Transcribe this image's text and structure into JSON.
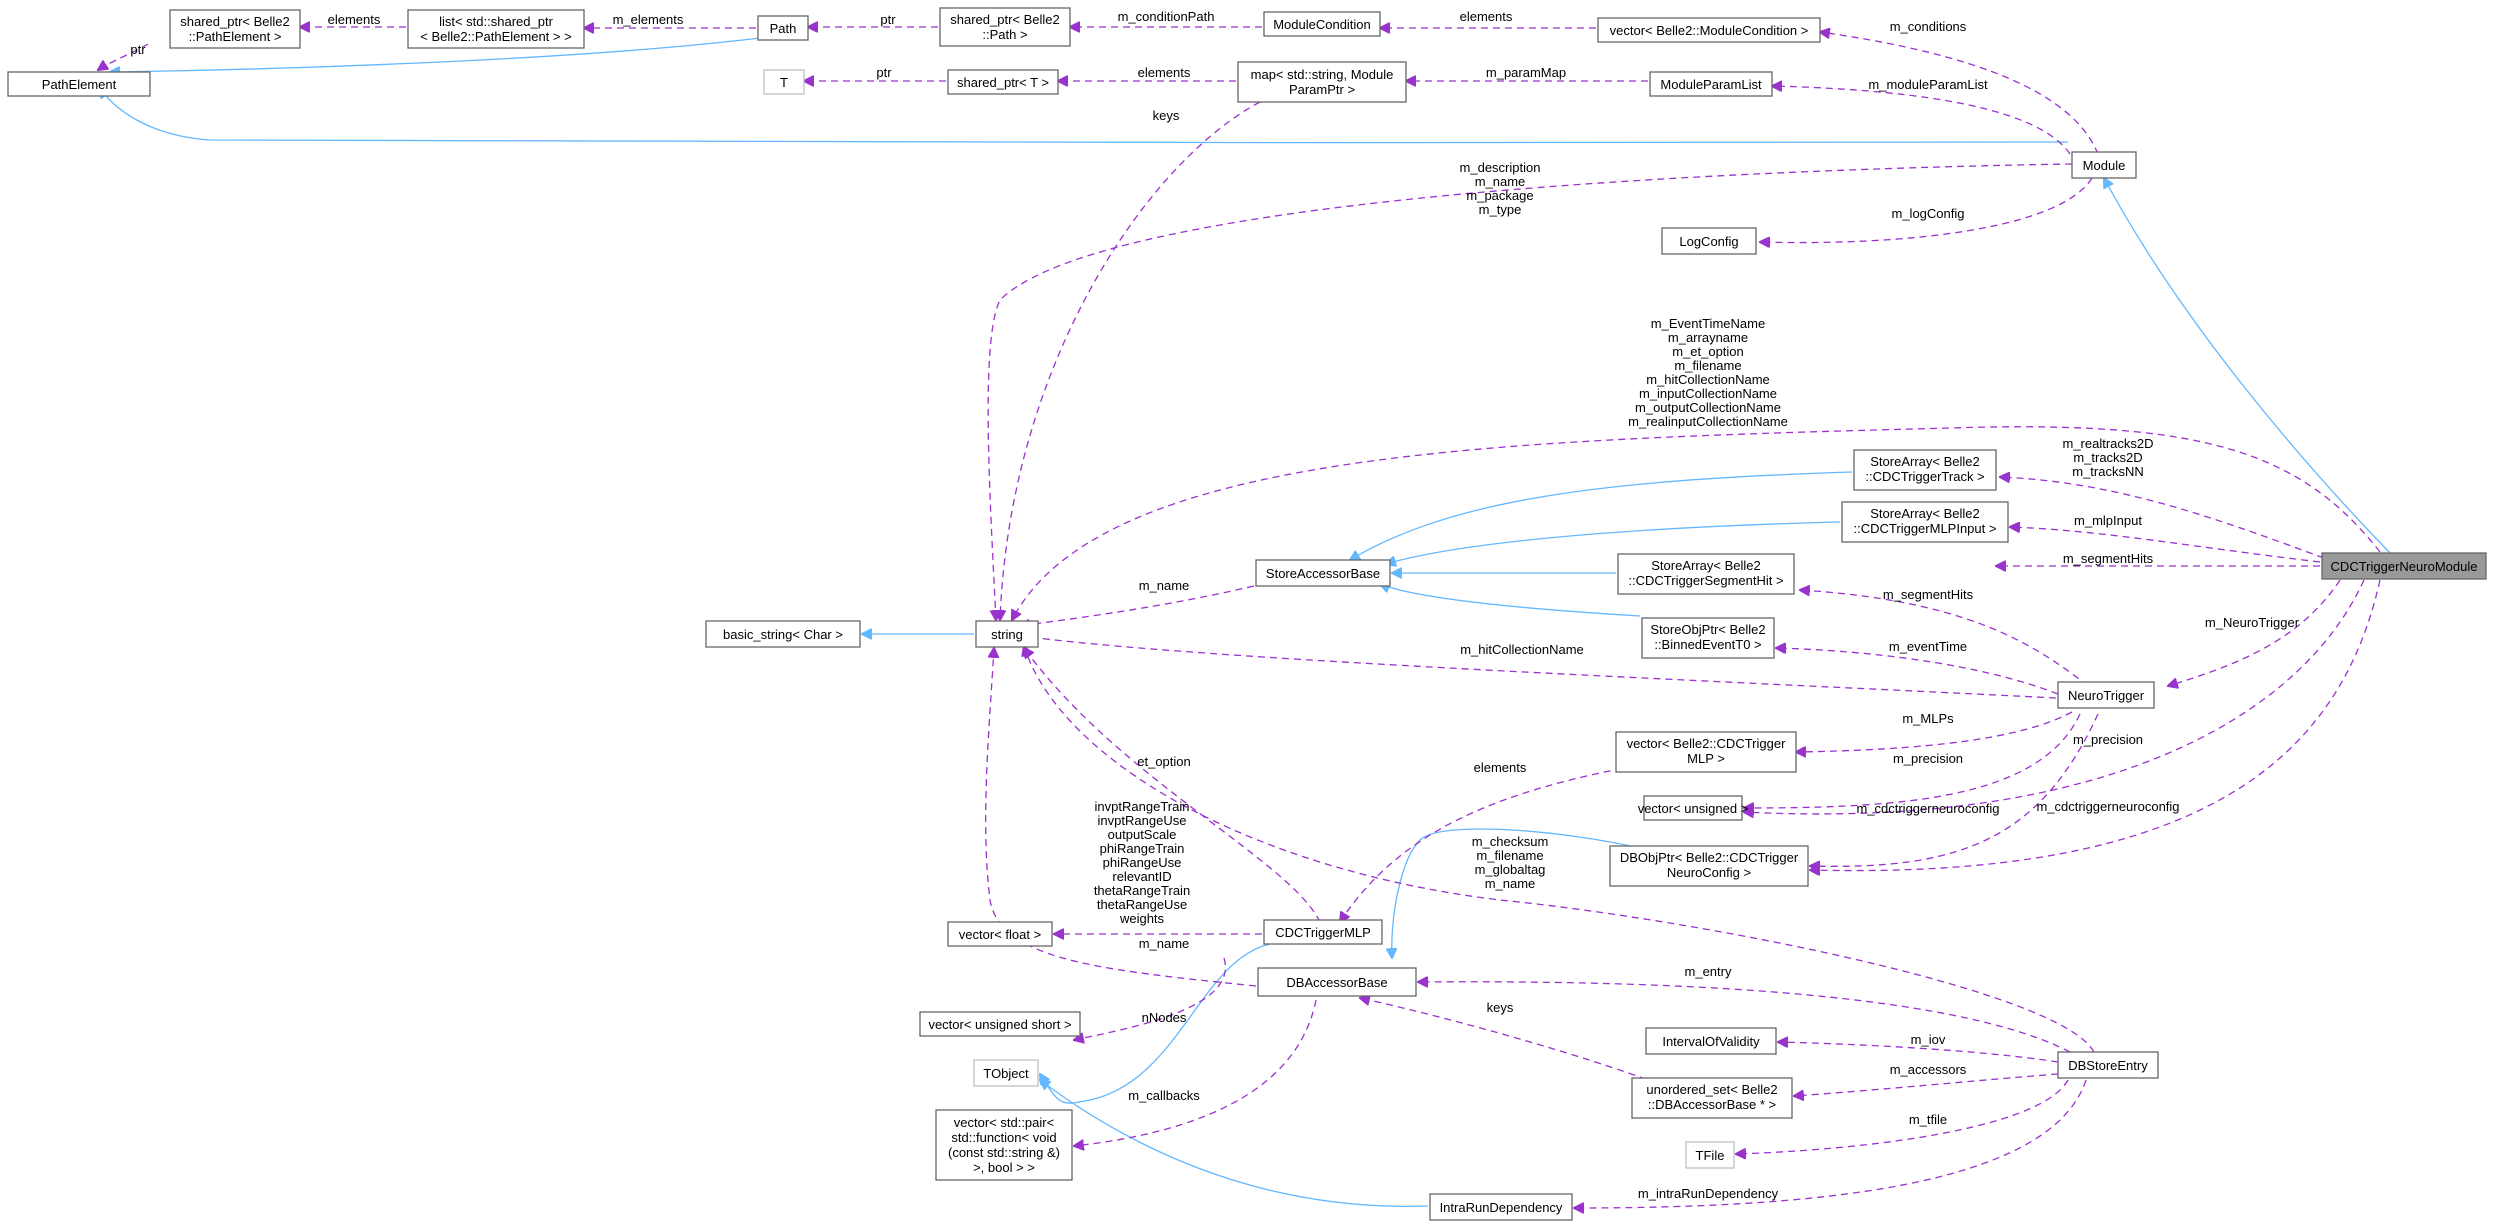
{
  "nodes": {
    "path_element": {
      "lines": [
        "PathElement"
      ]
    },
    "shared_ptr_path_element": {
      "lines": [
        "shared_ptr< Belle2",
        "::PathElement >"
      ]
    },
    "list_shared_ptr_path_element": {
      "lines": [
        "list< std::shared_ptr",
        "< Belle2::PathElement > >"
      ]
    },
    "path": {
      "lines": [
        "Path"
      ]
    },
    "shared_ptr_path": {
      "lines": [
        "shared_ptr< Belle2",
        "::Path >"
      ]
    },
    "module_condition": {
      "lines": [
        "ModuleCondition"
      ]
    },
    "vector_module_condition": {
      "lines": [
        "vector< Belle2::ModuleCondition >"
      ]
    },
    "t": {
      "lines": [
        "T"
      ]
    },
    "shared_ptr_t": {
      "lines": [
        "shared_ptr< T >"
      ]
    },
    "map_module_param": {
      "lines": [
        "map< std::string, Module",
        "ParamPtr >"
      ]
    },
    "module_param_list": {
      "lines": [
        "ModuleParamList"
      ]
    },
    "module": {
      "lines": [
        "Module"
      ]
    },
    "log_config": {
      "lines": [
        "LogConfig"
      ]
    },
    "store_array_track": {
      "lines": [
        "StoreArray< Belle2",
        "::CDCTriggerTrack >"
      ]
    },
    "store_array_mlp_input": {
      "lines": [
        "StoreArray< Belle2",
        "::CDCTriggerMLPInput >"
      ]
    },
    "store_accessor_base": {
      "lines": [
        "StoreAccessorBase"
      ]
    },
    "store_array_segment_hit": {
      "lines": [
        "StoreArray< Belle2",
        "::CDCTriggerSegmentHit >"
      ]
    },
    "cdc_trigger_neuro_module": {
      "lines": [
        "CDCTriggerNeuroModule"
      ]
    },
    "basic_string": {
      "lines": [
        "basic_string< Char >"
      ]
    },
    "string": {
      "lines": [
        "string"
      ]
    },
    "store_obj_ptr_event_t0": {
      "lines": [
        "StoreObjPtr< Belle2",
        "::BinnedEventT0 >"
      ]
    },
    "neuro_trigger": {
      "lines": [
        "NeuroTrigger"
      ]
    },
    "vector_cdc_trigger_mlp": {
      "lines": [
        "vector< Belle2::CDCTrigger",
        "MLP >"
      ]
    },
    "vector_unsigned": {
      "lines": [
        "vector< unsigned >"
      ]
    },
    "db_obj_ptr_neuro_config": {
      "lines": [
        "DBObjPtr< Belle2::CDCTrigger",
        "NeuroConfig >"
      ]
    },
    "vector_float": {
      "lines": [
        "vector< float >"
      ]
    },
    "cdc_trigger_mlp": {
      "lines": [
        "CDCTriggerMLP"
      ]
    },
    "db_accessor_base": {
      "lines": [
        "DBAccessorBase"
      ]
    },
    "vector_unsigned_short": {
      "lines": [
        "vector< unsigned short >"
      ]
    },
    "tobject": {
      "lines": [
        "TObject"
      ]
    },
    "vector_pair_callbacks": {
      "lines": [
        "vector< std::pair<",
        "std::function< void",
        "(const std::string &)",
        ">, bool > >"
      ]
    },
    "interval_of_validity": {
      "lines": [
        "IntervalOfValidity"
      ]
    },
    "db_store_entry": {
      "lines": [
        "DBStoreEntry"
      ]
    },
    "unordered_set_db_accessor": {
      "lines": [
        "unordered_set< Belle2",
        "::DBAccessorBase * >"
      ]
    },
    "tfile": {
      "lines": [
        "TFile"
      ]
    },
    "intra_run_dependency": {
      "lines": [
        "IntraRunDependency"
      ]
    }
  },
  "edge_labels": {
    "ptr_path_element": [
      "ptr"
    ],
    "elements_list": [
      "elements"
    ],
    "m_elements": [
      "m_elements"
    ],
    "ptr_path": [
      "ptr"
    ],
    "m_condition_path": [
      "m_conditionPath"
    ],
    "elements_vector_condition": [
      "elements"
    ],
    "m_conditions": [
      "m_conditions"
    ],
    "ptr_t": [
      "ptr"
    ],
    "elements_map": [
      "elements"
    ],
    "m_param_map": [
      "m_paramMap"
    ],
    "m_module_param_list": [
      "m_moduleParamList"
    ],
    "keys_map": [
      "keys"
    ],
    "module_strings": [
      "m_description",
      "m_name",
      "m_package",
      "m_type"
    ],
    "m_log_config": [
      "m_logConfig"
    ],
    "neuro_module_strings": [
      "m_EventTimeName",
      "m_arrayname",
      "m_et_option",
      "m_filename",
      "m_hitCollectionName",
      "m_inputCollectionName",
      "m_outputCollectionName",
      "m_realinputCollectionName"
    ],
    "tracks": [
      "m_realtracks2D",
      "m_tracks2D",
      "m_tracksNN"
    ],
    "m_mlp_input": [
      "m_mlpInput"
    ],
    "m_segment_hits_module": [
      "m_segmentHits"
    ],
    "m_name_store": [
      "m_name"
    ],
    "m_segment_hits_trigger": [
      "m_segmentHits"
    ],
    "m_neuro_trigger": [
      "m_NeuroTrigger"
    ],
    "m_event_time": [
      "m_eventTime"
    ],
    "m_hit_collection_name": [
      "m_hitCollectionName"
    ],
    "m_mlps": [
      "m_MLPs"
    ],
    "m_precision_trigger": [
      "m_precision"
    ],
    "m_precision_module": [
      "m_precision"
    ],
    "elements_mlp": [
      "elements"
    ],
    "m_cdctriggerneuroconfig_trigger": [
      "m_cdctriggerneuroconfig"
    ],
    "m_cdctriggerneuroconfig_module": [
      "m_cdctriggerneuroconfig"
    ],
    "et_option": [
      "et_option"
    ],
    "mlp_floats": [
      "invptRangeTrain",
      "invptRangeUse",
      "outputScale",
      "phiRangeTrain",
      "phiRangeUse",
      "relevantID",
      "thetaRangeTrain",
      "thetaRangeUse",
      "weights"
    ],
    "db_entry_strings": [
      "m_checksum",
      "m_filename",
      "m_globaltag",
      "m_name"
    ],
    "m_name_db": [
      "m_name"
    ],
    "n_nodes": [
      "nNodes"
    ],
    "m_entry": [
      "m_entry"
    ],
    "keys_db": [
      "keys"
    ],
    "m_callbacks": [
      "m_callbacks"
    ],
    "m_iov": [
      "m_iov"
    ],
    "m_accessors": [
      "m_accessors"
    ],
    "m_tfile": [
      "m_tfile"
    ],
    "m_intra_run_dependency": [
      "m_intraRunDependency"
    ]
  },
  "colors": {
    "inheritance_edge": "#63b8ff",
    "usage_edge": "#9a32cd",
    "node_border": "#666666",
    "muted_border": "#bfbfbf",
    "focus_fill": "#999999"
  }
}
